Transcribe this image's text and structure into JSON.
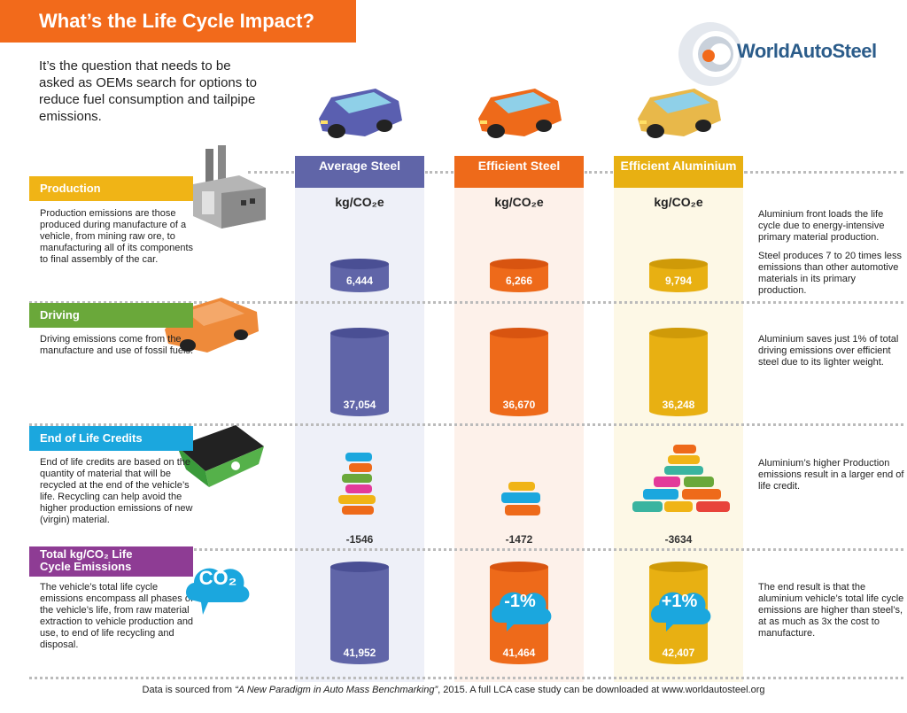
{
  "header": {
    "title": "What’s the Life Cycle Impact?",
    "intro": "It’s the question that needs to be asked as OEMs search for options to reduce fuel consumption and tailpipe emissions."
  },
  "logo": {
    "text": "WorldAutoSteel"
  },
  "columns": [
    {
      "name": "Average Steel",
      "unit": "kg/CO₂e",
      "color": "#6065a8"
    },
    {
      "name": "Efficient Steel",
      "unit": "kg/CO₂e",
      "color": "#ee6a1a"
    },
    {
      "name": "Efficient Aluminium",
      "unit": "kg/CO₂e",
      "color": "#e8b012"
    }
  ],
  "sections": {
    "production": {
      "label": "Production",
      "desc": "Production emissions are those produced during manufacture of a vehicle, from mining raw ore, to manufacturing all of its components to final assembly of the car.",
      "values": [
        "6,444",
        "6,266",
        "9,794"
      ],
      "note1": "Aluminium front loads the life cycle due to energy-intensive primary material production.",
      "note2": "Steel produces 7 to 20 times less emissions than other automotive materials in its primary production."
    },
    "driving": {
      "label": "Driving",
      "desc": "Driving emissions come from the manufacture and use of fossil fuels.",
      "values": [
        "37,054",
        "36,670",
        "36,248"
      ],
      "note": "Aluminium saves just 1% of total driving emissions over efficient steel due to its lighter weight."
    },
    "eol": {
      "label": "End of Life Credits",
      "desc": "End of life credits are based on the quantity of material that will be recycled at the end of the vehicle’s life. Recycling can help avoid the higher production emissions of new (virgin) material.",
      "values": [
        "-1546",
        "-1472",
        "-3634"
      ],
      "note": "Aluminium’s higher Production emissions result in a larger end of life credit."
    },
    "total": {
      "label_line1": "Total kg/CO₂ Life",
      "label_line2": "Cycle Emissions",
      "desc": "The vehicle’s total life cycle emissions encompass all phases of the vehicle’s life, from raw material extraction to vehicle production and use, to end of life recycling and disposal.",
      "values": [
        "41,952",
        "41,464",
        "42,407"
      ],
      "badge_steel": "-1%",
      "badge_alu": "+1%",
      "co2_badge": "CO₂",
      "note": "The end result is that the aluminium vehicle’s total life cycle emissions are higher than steel’s, at as much as 3x the cost to manufacture."
    }
  },
  "footer": {
    "prefix": "Data is sourced from ",
    "source": "“A New Paradigm in Auto Mass Benchmarking”",
    "suffix": ", 2015.  A full LCA case study can be downloaded at www.worldautosteel.org"
  },
  "colors": {
    "orange": "#f26a1b",
    "production": "#f0b416",
    "driving": "#6aa83a",
    "eol": "#1ba7de",
    "total": "#8e3c94"
  }
}
